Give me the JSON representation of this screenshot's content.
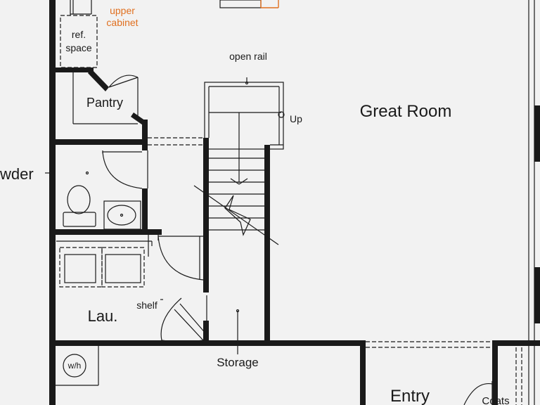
{
  "colors": {
    "background": "#f2f2f2",
    "wall": "#1a1a1a",
    "accent": "#e07020"
  },
  "labels": {
    "upper_cabinet_1": "upper",
    "upper_cabinet_2": "cabinet",
    "ref_space_1": "ref.",
    "ref_space_2": "space",
    "open_rail": "open rail",
    "pantry": "Pantry",
    "great_room": "Great Room",
    "up": "Up",
    "powder": "wder",
    "laundry": "Lau.",
    "shelf": "shelf",
    "storage": "Storage",
    "water_heater": "w/h",
    "entry": "Entry",
    "coats": "Coats"
  }
}
